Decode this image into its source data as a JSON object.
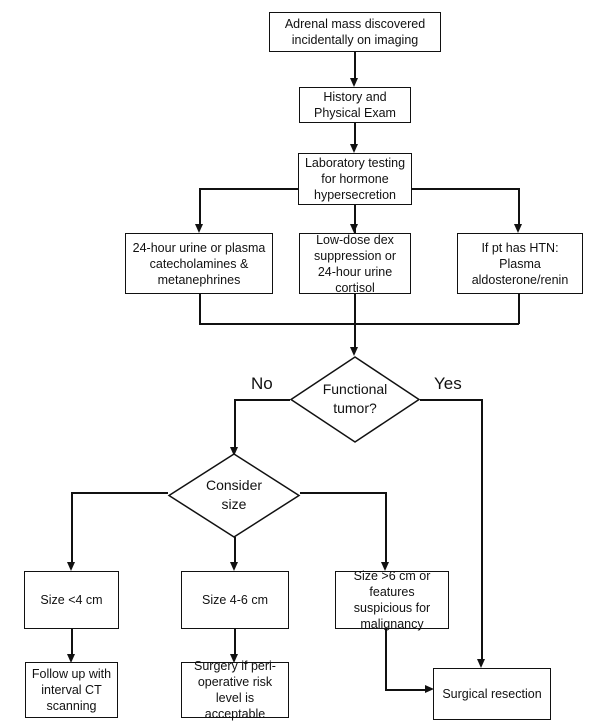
{
  "nodes": {
    "start": "Adrenal mass discovered incidentally on imaging",
    "history": "History and Physical Exam",
    "lab": "Laboratory testing for hormone hypersecretion",
    "test_catechol": "24-hour urine or plasma catecholamines & metanephrines",
    "test_dex": "Low-dose dex suppression or 24-hour urine cortisol",
    "test_aldo": "If pt has HTN: Plasma aldosterone/renin",
    "functional": "Functional tumor?",
    "consider_size": "Consider size",
    "size_small": "Size <4 cm",
    "size_mid": "Size 4-6 cm",
    "size_large": "Size >6 cm or features suspicious for malignancy",
    "followup": "Follow up with interval CT scanning",
    "surgery_risk": "Surgery if peri-operative risk level is acceptable",
    "resection": "Surgical resection"
  },
  "edges": {
    "no_label": "No",
    "yes_label": "Yes"
  }
}
